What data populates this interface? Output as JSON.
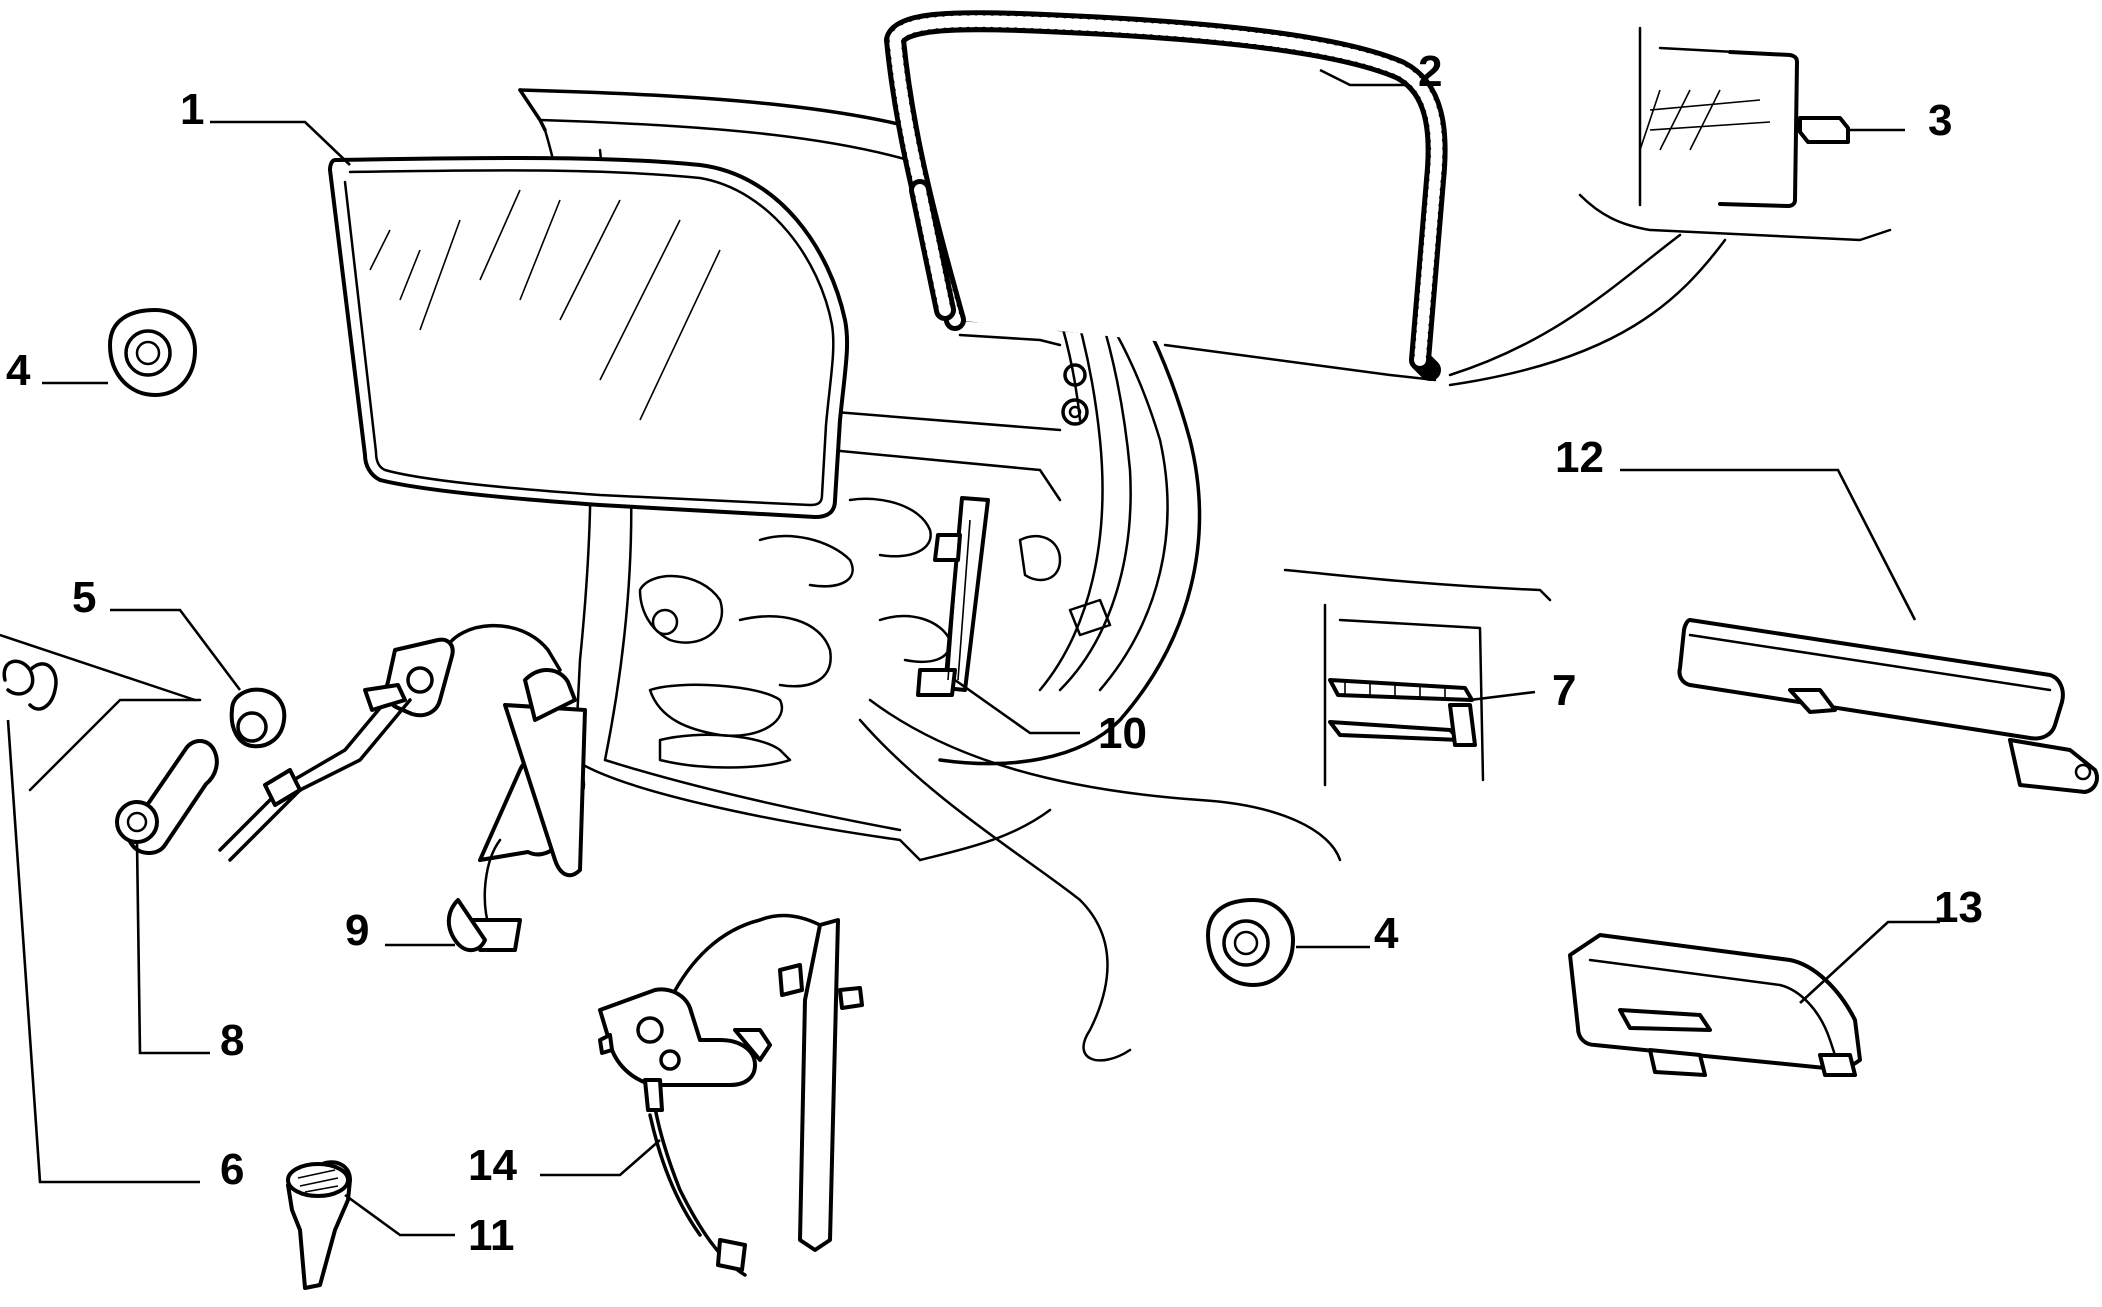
{
  "callouts": [
    {
      "id": "1",
      "label": "1"
    },
    {
      "id": "2",
      "label": "2"
    },
    {
      "id": "3",
      "label": "3"
    },
    {
      "id": "4a",
      "label": "4"
    },
    {
      "id": "4b",
      "label": "4"
    },
    {
      "id": "5",
      "label": "5"
    },
    {
      "id": "6",
      "label": "6"
    },
    {
      "id": "7",
      "label": "7"
    },
    {
      "id": "8",
      "label": "8"
    },
    {
      "id": "9",
      "label": "9"
    },
    {
      "id": "10",
      "label": "10"
    },
    {
      "id": "11",
      "label": "11"
    },
    {
      "id": "12",
      "label": "12"
    },
    {
      "id": "13",
      "label": "13"
    },
    {
      "id": "14",
      "label": "14"
    }
  ],
  "colors": {
    "line": "#000000",
    "background": "#ffffff"
  }
}
